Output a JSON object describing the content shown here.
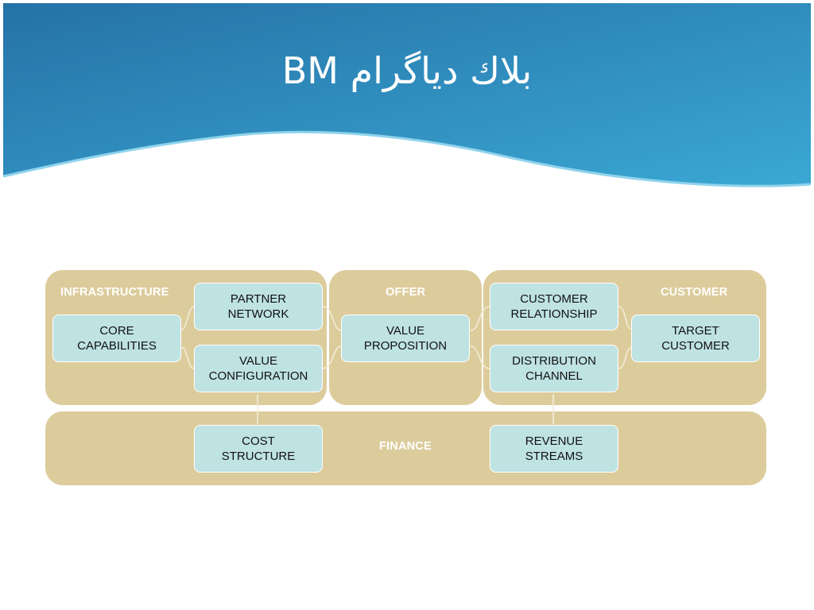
{
  "slide": {
    "title": "بلاك دياگرام BM"
  },
  "colors": {
    "header_dark": "#2775a8",
    "header_light": "#3aa6d2",
    "panel": "#dccc9c",
    "block_fill": "#bfe2e3",
    "label": "#ffffff"
  },
  "diagram": {
    "sections": {
      "infrastructure": "INFRASTRUCTURE",
      "offer": "OFFER",
      "customer": "CUSTOMER",
      "finance": "FINANCE"
    },
    "blocks": {
      "core_capabilities": "CORE\nCAPABILITIES",
      "partner_network": "PARTNER\nNETWORK",
      "value_configuration": "VALUE\nCONFIGURATION",
      "value_proposition": "VALUE\nPROPOSITION",
      "customer_relationship": "CUSTOMER\nRELATIONSHIP",
      "distribution_channel": "DISTRIBUTION\nCHANNEL",
      "target_customer": "TARGET\nCUSTOMER",
      "cost_structure": "COST\nSTRUCTURE",
      "revenue_streams": "REVENUE\nSTREAMS"
    }
  }
}
